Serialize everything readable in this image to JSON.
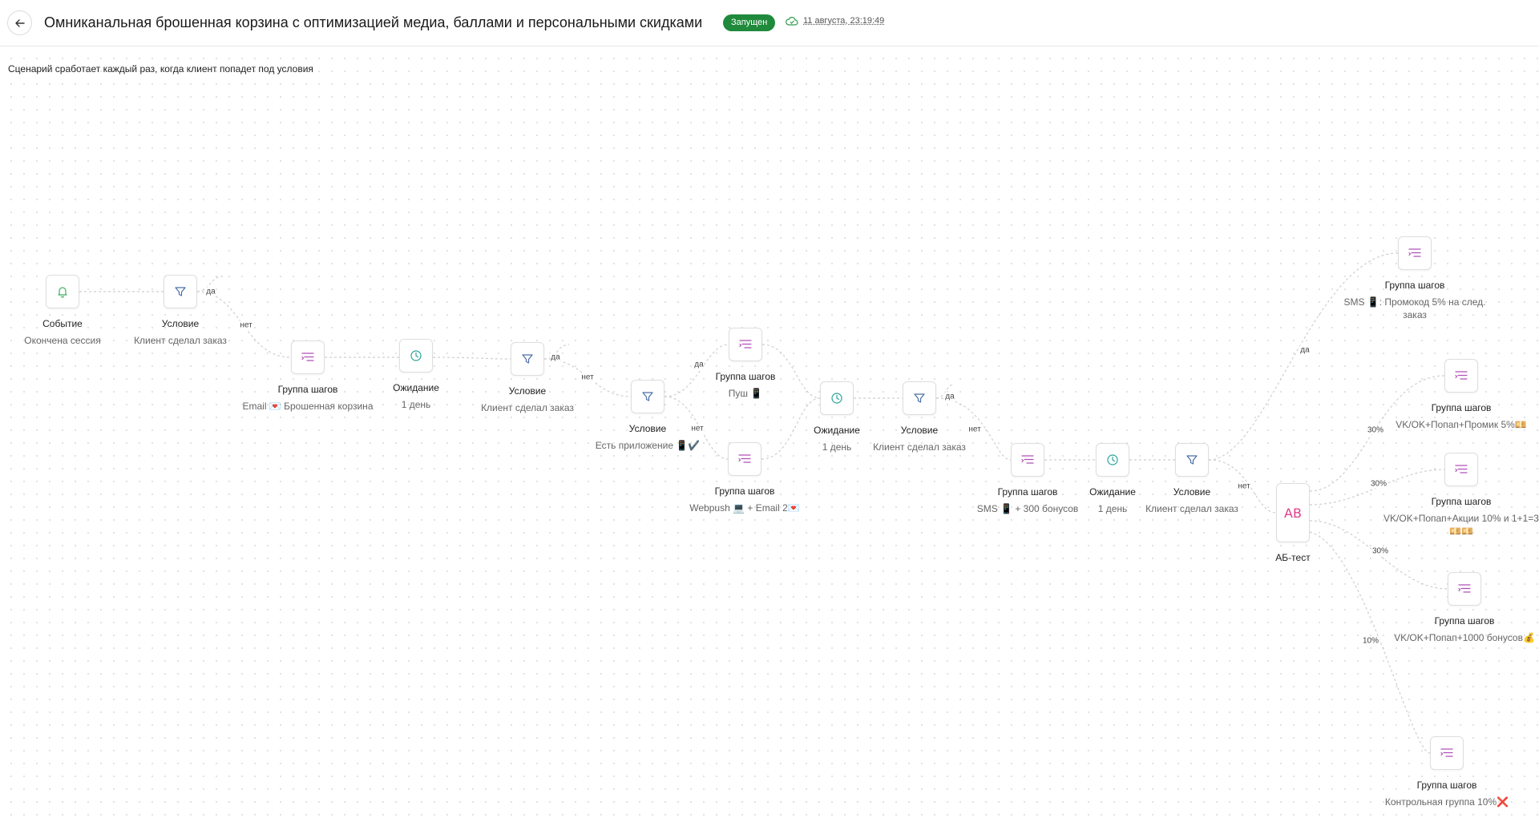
{
  "header": {
    "title": "Омниканальная брошенная корзина с оптимизацией медиа, баллами и персональными скидками",
    "status": "Запущен",
    "saved_at": "11 августа, 23:19:49",
    "back_icon": "arrow-left-icon",
    "saved_icon": "cloud-check-icon"
  },
  "subtitle": "Сценарий сработает каждый раз, когда клиент попадет под условия",
  "colors": {
    "status_green": "#1f8a3b",
    "event_icon": "#3fb061",
    "condition_icon": "#4a6fa5",
    "group_icon": "#b050b8",
    "wait_icon": "#2aa39a",
    "ab_text": "#e03c8a",
    "edge": "#cfcfcf"
  },
  "nodes": {
    "event": {
      "title": "Событие",
      "sub": "Окончена сессия",
      "icon": "bell-icon"
    },
    "cond1": {
      "title": "Условие",
      "sub": "Клиент сделал заказ",
      "icon": "funnel-icon"
    },
    "group_email": {
      "title": "Группа шагов",
      "sub": "Email 💌 Брошенная корзина",
      "icon": "steps-group-icon"
    },
    "wait1": {
      "title": "Ожидание",
      "sub": "1 день",
      "icon": "clock-icon"
    },
    "cond2": {
      "title": "Условие",
      "sub": "Клиент сделал заказ",
      "icon": "funnel-icon"
    },
    "cond_app": {
      "title": "Условие",
      "sub": "Есть приложение 📱✔️",
      "icon": "funnel-icon"
    },
    "group_push": {
      "title": "Группа шагов",
      "sub": "Пуш 📱",
      "icon": "steps-group-icon"
    },
    "group_webpush": {
      "title": "Группа шагов",
      "sub": "Webpush 💻 + Email 2💌",
      "icon": "steps-group-icon"
    },
    "wait2": {
      "title": "Ожидание",
      "sub": "1 день",
      "icon": "clock-icon"
    },
    "cond3": {
      "title": "Условие",
      "sub": "Клиент сделал заказ",
      "icon": "funnel-icon"
    },
    "group_sms": {
      "title": "Группа шагов",
      "sub": "SMS 📱 + 300 бонусов",
      "icon": "steps-group-icon"
    },
    "wait3": {
      "title": "Ожидание",
      "sub": "1 день",
      "icon": "clock-icon"
    },
    "cond4": {
      "title": "Условие",
      "sub": "Клиент сделал заказ",
      "icon": "funnel-icon"
    },
    "ab": {
      "title": "АБ-тест",
      "label": "AB"
    },
    "group_promo": {
      "title": "Группа шагов",
      "sub": "SMS 📱: Промокод 5% на след. заказ",
      "icon": "steps-group-icon"
    },
    "group_promik": {
      "title": "Группа шагов",
      "sub": "VK/OK+Попап+Промик 5%💴",
      "icon": "steps-group-icon"
    },
    "group_akcii": {
      "title": "Группа шагов",
      "sub": "VK/OK+Попап+Акции 10% и 1+1=3💴💴",
      "icon": "steps-group-icon"
    },
    "group_bonus": {
      "title": "Группа шагов",
      "sub": "VK/OK+Попап+1000 бонусов💰",
      "icon": "steps-group-icon"
    },
    "group_control": {
      "title": "Группа шагов",
      "sub": "Контрольная группа 10%❌",
      "icon": "steps-group-icon"
    }
  },
  "edge_labels": {
    "cond1_yes": "да",
    "cond1_no": "нет",
    "cond2_yes": "да",
    "cond2_no": "нет",
    "app_yes": "да",
    "app_no": "нет",
    "cond3_yes": "да",
    "cond3_no": "нет",
    "cond4_yes": "да",
    "cond4_no": "нет",
    "ab_a": "30%",
    "ab_b": "30%",
    "ab_c": "30%",
    "ab_d": "10%"
  }
}
